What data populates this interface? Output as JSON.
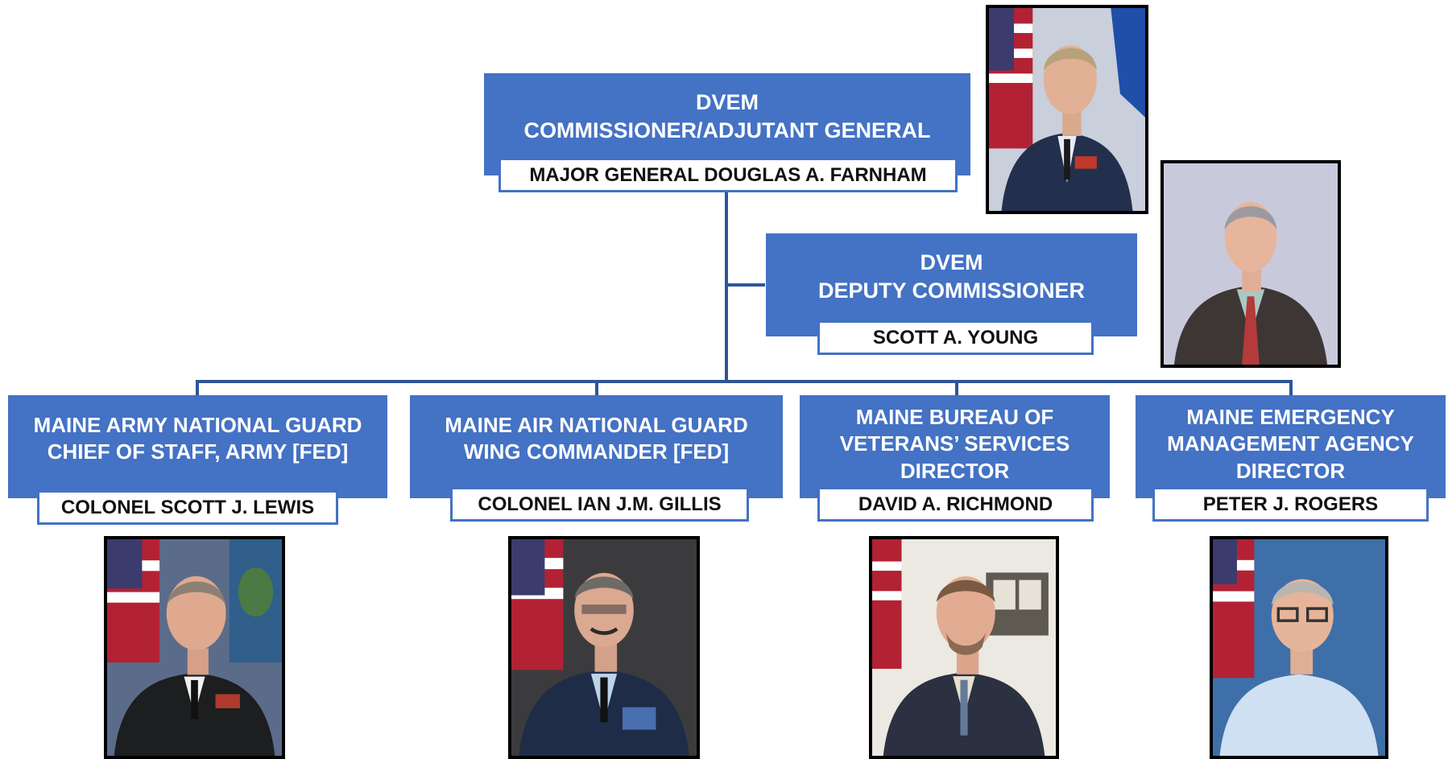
{
  "commissioner": {
    "org": "DVEM",
    "title": "COMMISSIONER/ADJUTANT GENERAL",
    "name": "MAJOR GENERAL DOUGLAS A. FARNHAM",
    "photo": "portrait-photo"
  },
  "deputy": {
    "org": "DVEM",
    "title": "DEPUTY COMMISSIONER",
    "name": "SCOTT A. YOUNG",
    "photo": "portrait-photo"
  },
  "units": [
    {
      "title_lines": [
        "MAINE ARMY NATIONAL GUARD",
        "CHIEF OF STAFF, ARMY [FED]"
      ],
      "name": "COLONEL SCOTT J. LEWIS",
      "photo": "portrait-photo"
    },
    {
      "title_lines": [
        "MAINE AIR NATIONAL GUARD",
        "WING COMMANDER [FED]"
      ],
      "name": "COLONEL IAN J.M. GILLIS",
      "photo": "portrait-photo"
    },
    {
      "title_lines": [
        "MAINE BUREAU OF",
        "VETERANS’ SERVICES",
        "DIRECTOR"
      ],
      "name": "DAVID A. RICHMOND",
      "photo": "portrait-photo"
    },
    {
      "title_lines": [
        "MAINE EMERGENCY",
        "MANAGEMENT AGENCY",
        "DIRECTOR"
      ],
      "name": "PETER J. ROGERS",
      "photo": "portrait-photo"
    }
  ],
  "colors": {
    "box_fill": "#4472c4",
    "connector": "#2f5597",
    "photo_frame": "#000000"
  }
}
